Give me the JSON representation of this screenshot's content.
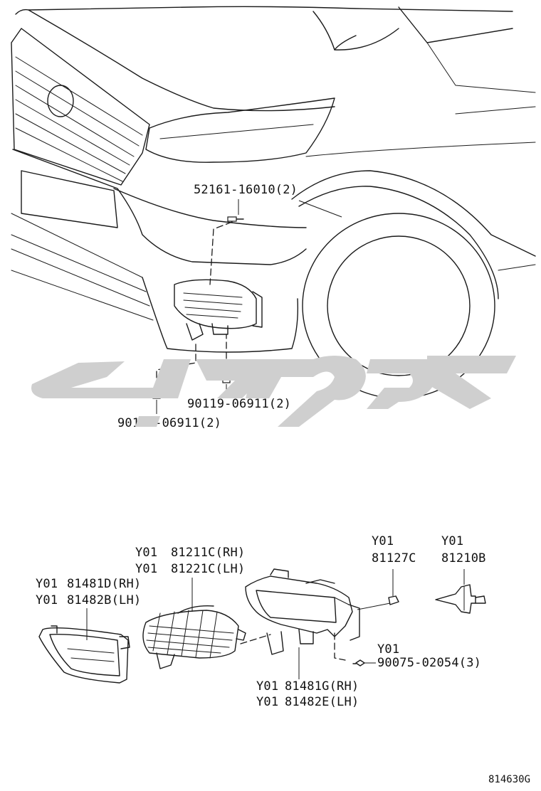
{
  "callouts": {
    "top_bracket_bolt": "52161-16010(2)",
    "top_bolt_right": "90119-06911(2)",
    "top_bolt_left": "90119-06911(2)",
    "fog_lamp_rh_line1_prefix": "Y01",
    "fog_lamp_rh_line1": "81211C(RH)",
    "fog_lamp_lh_line2_prefix": "Y01",
    "fog_lamp_lh_line2": "81221C(LH)",
    "cover_rh_prefix": "Y01",
    "cover_rh": "81481D(RH)",
    "cover_lh_prefix": "Y01",
    "cover_lh": "81482B(LH)",
    "socket_prefix": "Y01",
    "socket": "81127C",
    "bulb_prefix": "Y01",
    "bulb": "81210B",
    "screw_prefix": "Y01",
    "screw": "90075-02054(3)",
    "bracket_rh_prefix": "Y01",
    "bracket_rh": "81481G(RH)",
    "bracket_lh_prefix": "Y01",
    "bracket_lh": "81482E(LH)"
  },
  "diagram_code": "814630G",
  "colors": {
    "line": "#1a1a1a",
    "watermark": "#cfcfcf",
    "background": "#ffffff"
  }
}
